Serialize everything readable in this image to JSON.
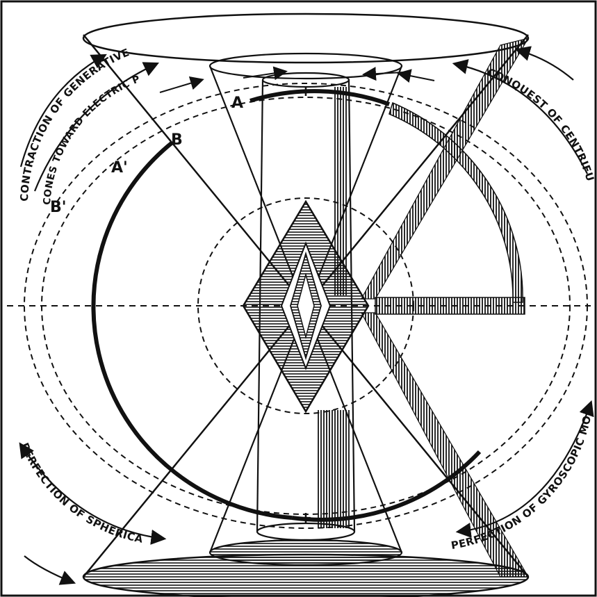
{
  "labels": {
    "contraction": "CONTRACTION OF GENERATIVE",
    "cones_toward": "CONES TOWARD ELECTRIC POLE",
    "conquest": "CONQUEST OF CENTRIFUGAL FORCE",
    "spherical": "PERFECTION OF SPHERICAL FORM",
    "gyroscopic": "PERFECTION OF GYROSCOPIC MOTION"
  },
  "letters": {
    "a": "A",
    "b": "B",
    "a_prime": "A'",
    "b_prime": "B'"
  },
  "colors": {
    "ink": "#111111",
    "paper": "#ffffff"
  }
}
